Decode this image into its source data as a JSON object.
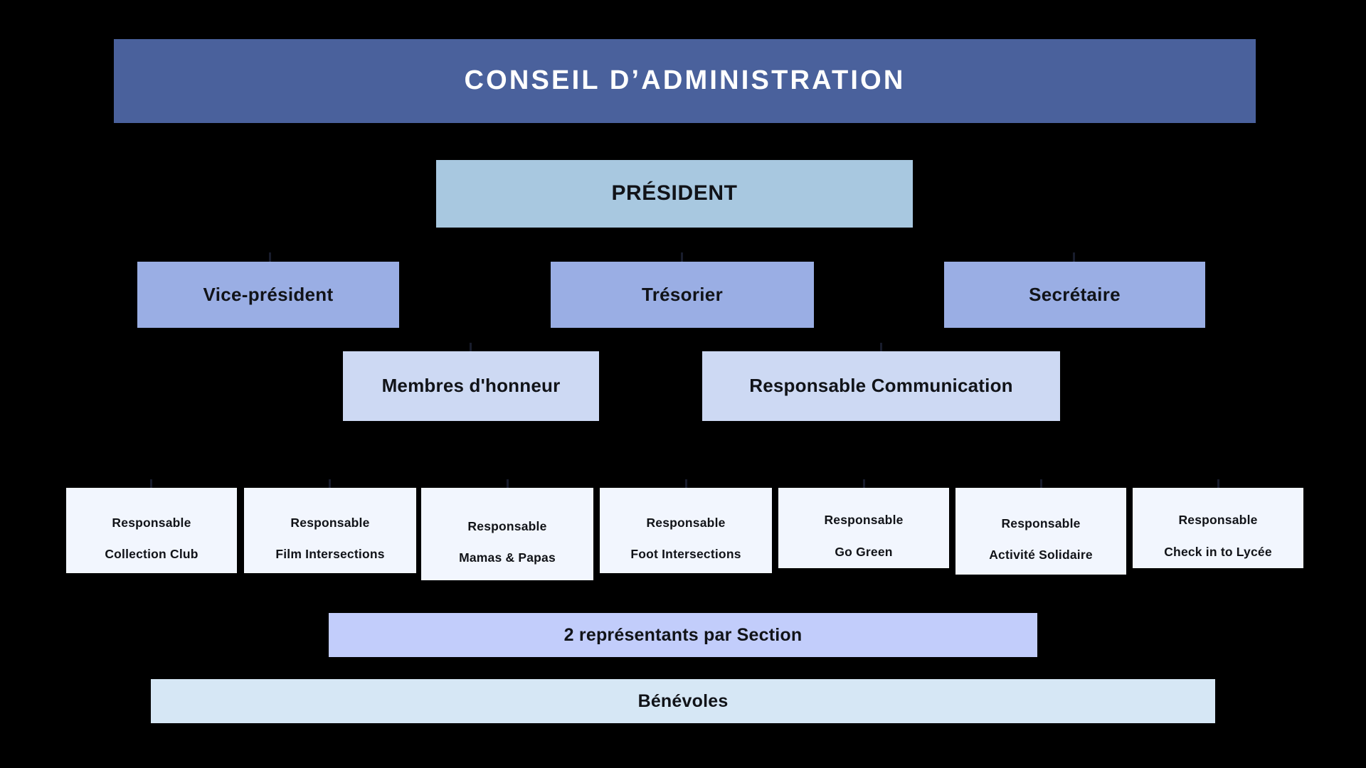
{
  "diagram": {
    "title": "Conseil d'Administration",
    "background_color": "#000000",
    "type": "organizational-chart"
  },
  "levels": {
    "header": {
      "label": "CONSEIL D’ADMINISTRATION",
      "color": "#4a619c",
      "text_color": "#ffffff"
    },
    "president": {
      "label": "PRÉSIDENT",
      "color": "#a8c8e0"
    },
    "officers": {
      "color": "#9aaee4",
      "items": [
        {
          "label": "Vice-président"
        },
        {
          "label": "Trésorier"
        },
        {
          "label": "Secrétaire"
        }
      ]
    },
    "members": {
      "color": "#cdd9f3",
      "items": [
        {
          "label": "Membres d'honneur"
        },
        {
          "label": "Responsable Communication"
        }
      ]
    },
    "responsables": {
      "color": "#f2f6fe",
      "items": [
        {
          "line1": "Responsable",
          "line2": "Collection Club"
        },
        {
          "line1": "Responsable",
          "line2": "Film Intersections"
        },
        {
          "line1": "Responsable",
          "line2": "Mamas & Papas"
        },
        {
          "line1": "Responsable",
          "line2": "Foot Intersections"
        },
        {
          "line1": "Responsable",
          "line2": "Go Green"
        },
        {
          "line1": "Responsable",
          "line2": "Activité Solidaire"
        },
        {
          "line1": "Responsable",
          "line2": "Check in to Lycée"
        }
      ]
    },
    "representants": {
      "label": "2 représentants par Section",
      "color": "#c2cdfb"
    },
    "benevoles": {
      "label": "Bénévoles",
      "color": "#d6e7f5"
    }
  }
}
